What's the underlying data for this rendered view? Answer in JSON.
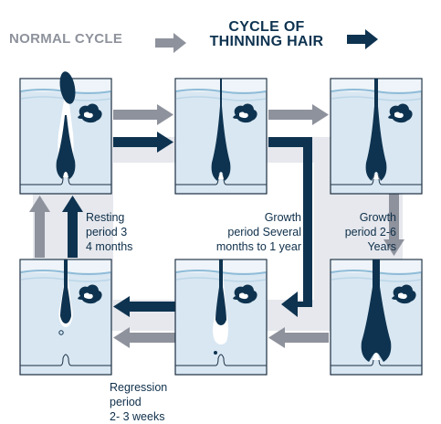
{
  "legend": {
    "normal_cycle": "NORMAL CYCLE",
    "thinning_line1": "CYCLE OF",
    "thinning_line2": "THINNING HAIR",
    "normal_color": "#8e929c",
    "thinning_color": "#0e3350"
  },
  "stages": {
    "resting": {
      "line1": "Resting",
      "line2": "period 3",
      "line3": "4 months"
    },
    "growth_thinning": {
      "line1": "Growth",
      "line2": "period Several",
      "line3": "months to 1 year"
    },
    "growth_normal": {
      "line1": "Growth",
      "line2": "period 2-6",
      "line3": "Years"
    },
    "regression": {
      "line1": "Regression",
      "line2": "period",
      "line3": "2- 3 weeks"
    }
  },
  "colors": {
    "skin": "#d8e7f2",
    "skin_stripe": "#8fbcd8",
    "hair": "#0e3350",
    "panel_border": "#1a2d40",
    "background_band": "#e6e8ed"
  }
}
